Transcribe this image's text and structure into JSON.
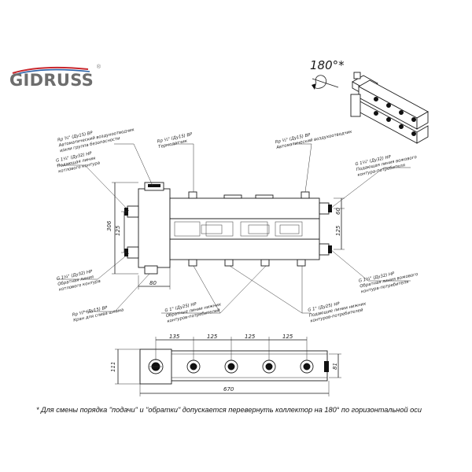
{
  "brand": {
    "logo_text": "GIDRUSS",
    "registered_mark": "®"
  },
  "rotation": {
    "label": "180°*"
  },
  "callouts": {
    "top_left": {
      "line1": "Rp ¾\" (Ду15) ВР",
      "line2": "Автоматический воздухоотводчик",
      "line3": "и/или группа безопасности"
    },
    "top_center": {
      "line1": "Rp ½\" (Ду15) ВР",
      "line2": "Термодатчик"
    },
    "top_right": {
      "line1": "Rp ½\" (Ду15) ВР",
      "line2": "Автоматический воздухоотводчик"
    },
    "left_upper": {
      "line1": "G 1¼\" (Ду32) НР",
      "line2": "Подающая линия",
      "line3": "котлового контура"
    },
    "right_upper": {
      "line1": "G 1¼\" (Ду32) НР",
      "line2": "Подающая линия вожового",
      "line3": "контура-потребителя"
    },
    "left_lower": {
      "line1": "G 1¼\" (Ду32) НР",
      "line2": "Обратная линия",
      "line3": "котлового контура"
    },
    "right_lower": {
      "line1": "G 1¼\" (Ду32) НР",
      "line2": "Обратная линия вожового",
      "line3": "контура-потребителя"
    },
    "bottom_left": {
      "line1": "Rp ½\" (Ду15) ВР",
      "line2": "Кран для слива шлама"
    },
    "bottom_center": {
      "line1": "G 1\" (Ду25) НР",
      "line2": "Обратные линии нижних",
      "line3": "контуров-потребителей"
    },
    "bottom_right": {
      "line1": "G 1\" (Ду25) НР",
      "line2": "Подающие линии нижних",
      "line3": "контуров-потребителей"
    }
  },
  "dimensions": {
    "front_height": "306",
    "left_spacing": "125",
    "right_spacing": "125",
    "right_top": "60",
    "bottom_offset": "80",
    "plan_spacing_1": "135",
    "plan_spacing_2": "125",
    "plan_spacing_3": "125",
    "plan_spacing_4": "125",
    "plan_total": "670",
    "plan_depth_left": "111",
    "plan_depth_right": "81"
  },
  "footnote": "* Для смены порядка \"подачи\" и \"обратки\" допускается перевернуть коллектор на 180° по горизонтальной оси"
}
